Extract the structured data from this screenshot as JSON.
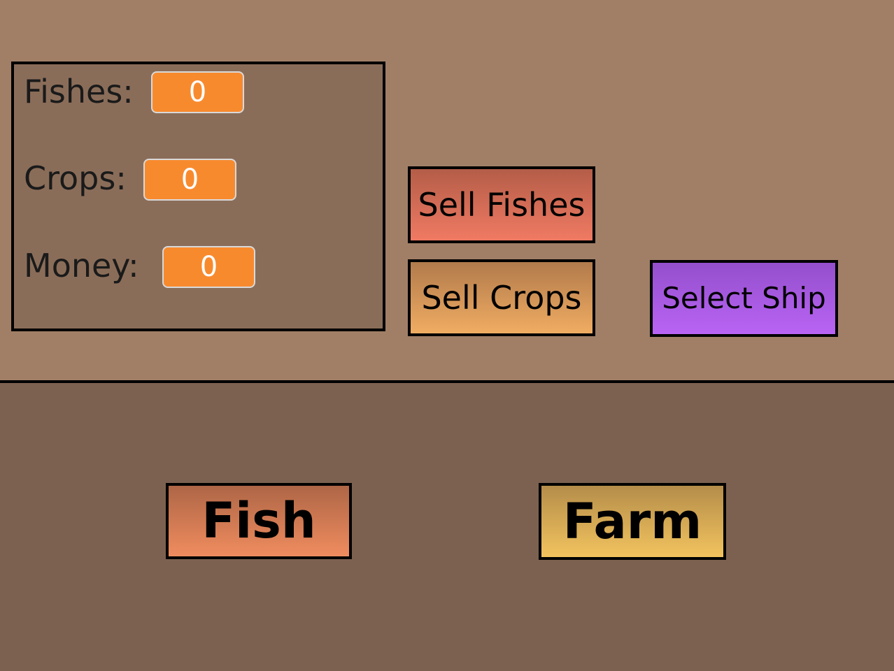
{
  "stats": {
    "fishes_label": "Fishes:",
    "fishes_value": "0",
    "crops_label": "Crops:",
    "crops_value": "0",
    "money_label": "Money:",
    "money_value": "0"
  },
  "actions": {
    "sell_fishes": "Sell Fishes",
    "sell_crops": "Sell Crops",
    "select_ship": "Select Ship",
    "fish": "Fish",
    "farm": "Farm"
  },
  "colors": {
    "top_background": "#a17f66",
    "bottom_background": "#7d6150",
    "panel_background": "#8a6d59",
    "counter_fill": "#f88a2e",
    "sell_fishes_button": "#e0725c",
    "sell_crops_button": "#e09c58",
    "select_ship_button": "#a85ce0",
    "fish_button": "#d97a55",
    "farm_button": "#dfb056"
  }
}
